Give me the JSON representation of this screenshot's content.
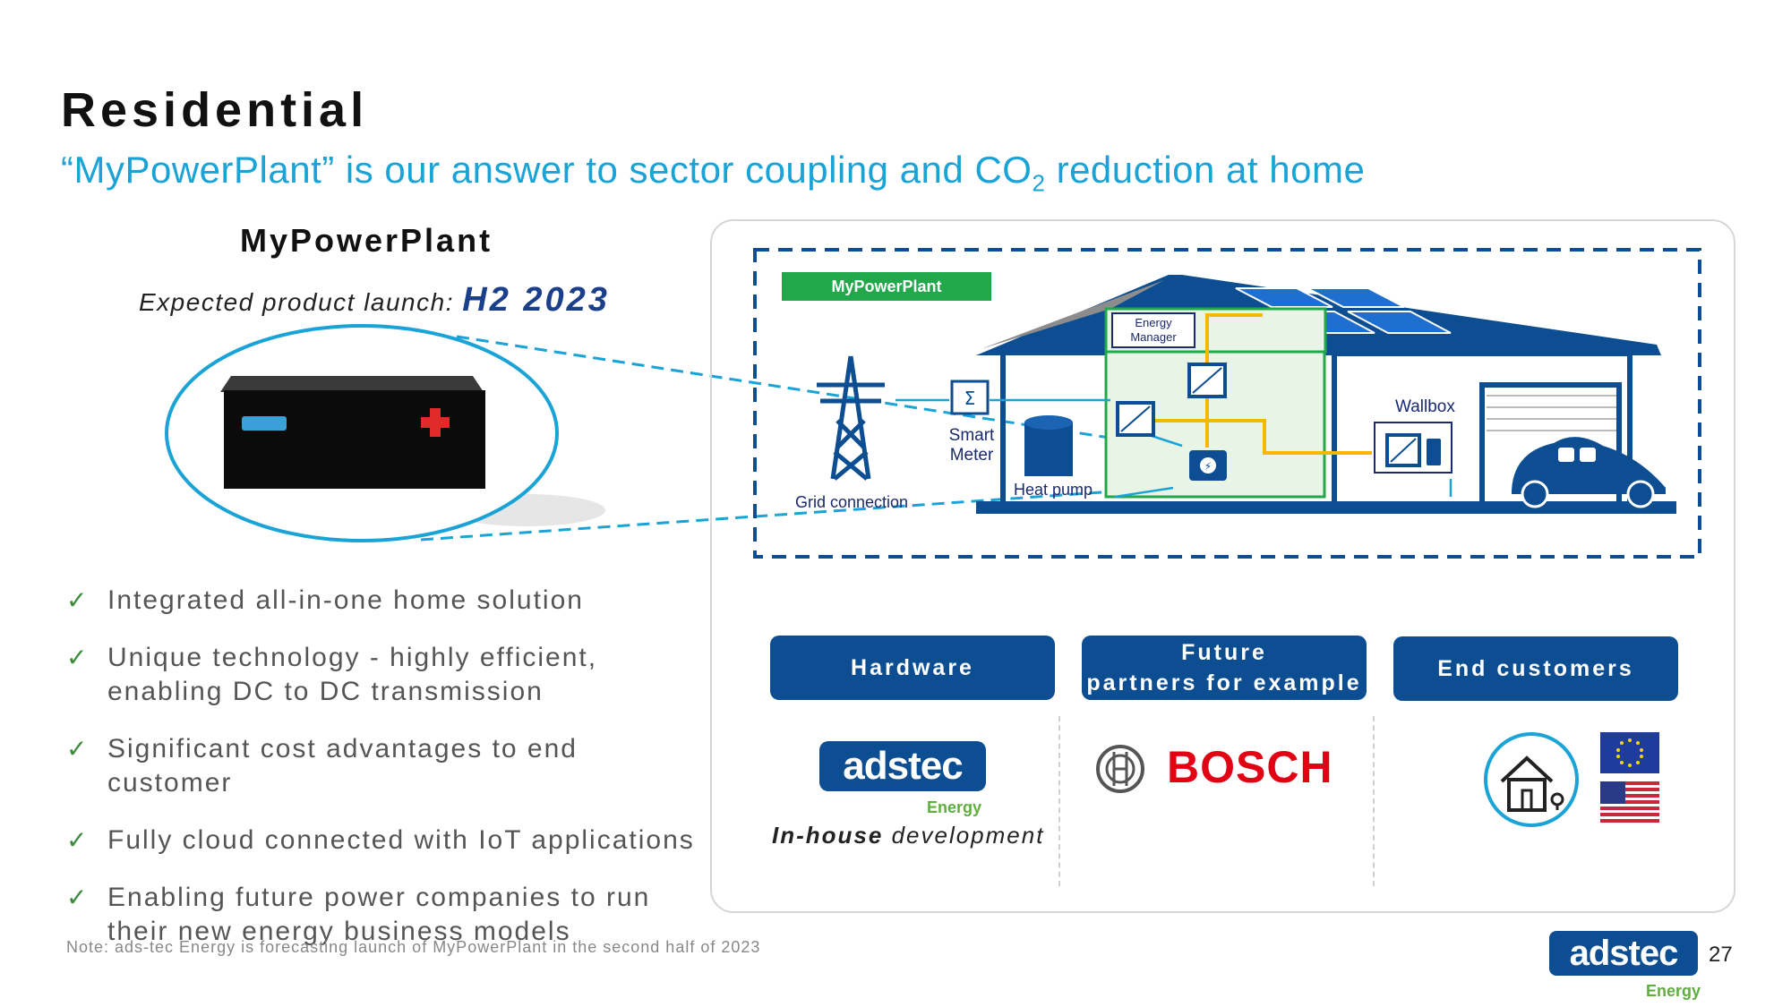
{
  "header": {
    "title": "Residential",
    "subtitle_pre": "“MyPowerPlant” is our answer to sector coupling and CO",
    "subtitle_sub": "2",
    "subtitle_post": " reduction at home"
  },
  "product": {
    "name": "MyPowerPlant",
    "launch_label": "Expected product launch: ",
    "launch_value": "H2 2023"
  },
  "bullets": [
    "Integrated all-in-one home solution",
    "Unique technology - highly efficient, enabling DC to DC transmission",
    "Significant cost advantages to end customer",
    "Fully cloud connected with IoT applications",
    "Enabling future power companies to run their new energy business models"
  ],
  "diagram": {
    "badge": "MyPowerPlant",
    "energy_manager": [
      "Energy",
      "Manager"
    ],
    "smart_meter": [
      "Smart",
      "Meter"
    ],
    "heat_pump": "Heat pump",
    "grid_connection": "Grid connection",
    "wallbox": "Wallbox",
    "sigma": "Σ"
  },
  "columns": {
    "hardware": "Hardware",
    "partners": [
      "Future",
      "partners for example"
    ],
    "end_customers": "End customers"
  },
  "logos": {
    "adstec_main": "adstec",
    "adstec_sub": "Energy",
    "inhouse_bold": "In-house",
    "inhouse_rest": " development",
    "bosch": "BOSCH"
  },
  "footer": {
    "note": "Note: ads-tec Energy is forecasting launch of MyPowerPlant in the second half of 2023",
    "page_number": "27"
  },
  "colors": {
    "accent_blue": "#1aa3d6",
    "navy": "#0d4e92",
    "green": "#21a84a",
    "bosch_red": "#e20015",
    "check_green": "#3c8a3a"
  },
  "icons": [
    "tower-icon",
    "battery-icon",
    "house-icon",
    "eu-flag-icon",
    "us-flag-icon",
    "car-icon",
    "solar-panel-icon",
    "check-icon"
  ]
}
